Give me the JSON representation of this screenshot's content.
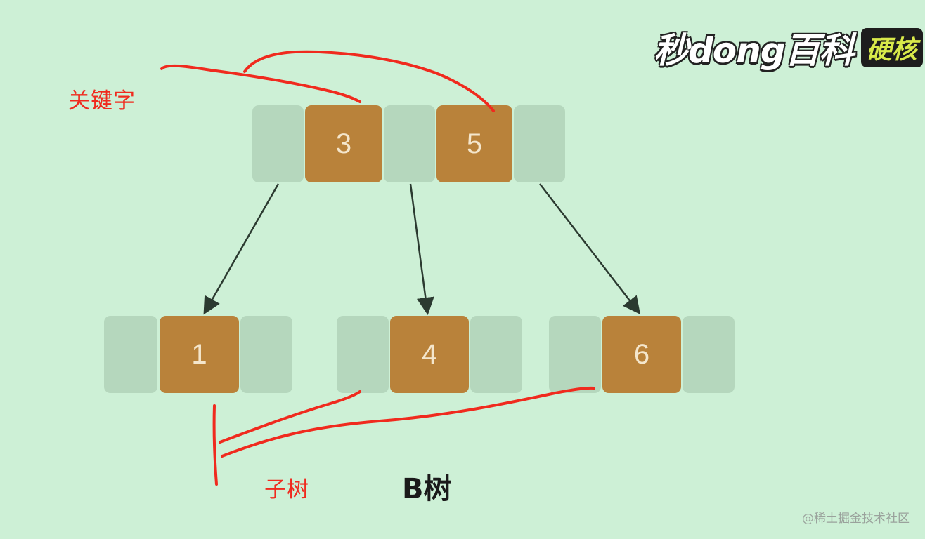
{
  "logo": {
    "brand_text": "秒dong百科",
    "tag_text": "硬核"
  },
  "annotations": {
    "keyword_label": "关键字",
    "subtree_label": "子树"
  },
  "title": "B树",
  "watermark": "@稀土掘金技术社区",
  "colors": {
    "background": "#cdf0d6",
    "key_cell": "#b9823a",
    "pointer_cell": "#b5d7bd",
    "annotation_ink": "#f02a1e",
    "arrow": "#2b3a30"
  },
  "tree": {
    "root": {
      "keys": [
        "3",
        "5"
      ]
    },
    "children": [
      {
        "keys": [
          "1"
        ]
      },
      {
        "keys": [
          "4"
        ]
      },
      {
        "keys": [
          "6"
        ]
      }
    ]
  }
}
